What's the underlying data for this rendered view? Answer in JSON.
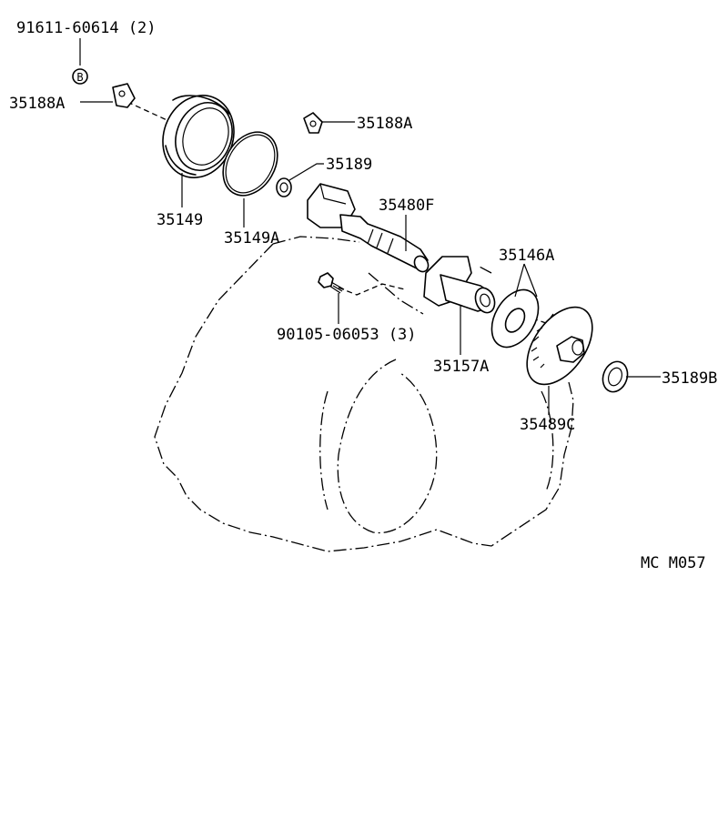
{
  "labels": {
    "bolt_b": "91611-60614 (2)",
    "ref_b": "B",
    "clamp_left": "35188A",
    "clamp_right": "35188A",
    "cover": "35149",
    "oring": "35149A",
    "oring_small": "35189",
    "sensor": "35480F",
    "sleeve": "35157A",
    "plate": "35146A",
    "bolt_3": "90105-06053 (3)",
    "gear": "35489C",
    "ring": "35189B",
    "code": "MC  M057"
  }
}
